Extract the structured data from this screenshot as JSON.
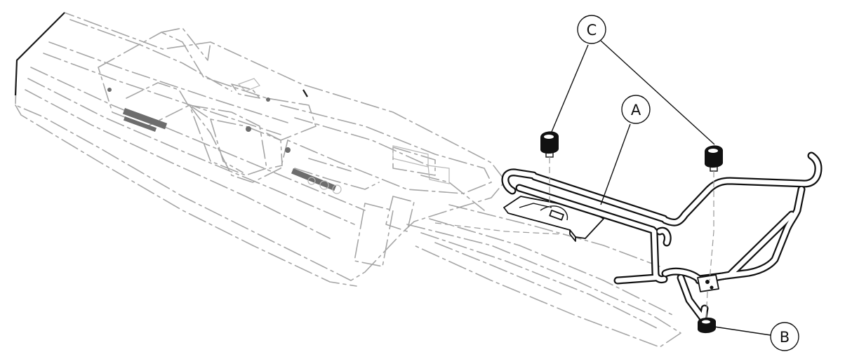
{
  "callouts": {
    "a": {
      "label": "A"
    },
    "b": {
      "label": "B"
    },
    "c": {
      "label": "C"
    }
  },
  "colors": {
    "line": "#111111",
    "ghost": "#a6a6a6",
    "background": "#ffffff"
  }
}
